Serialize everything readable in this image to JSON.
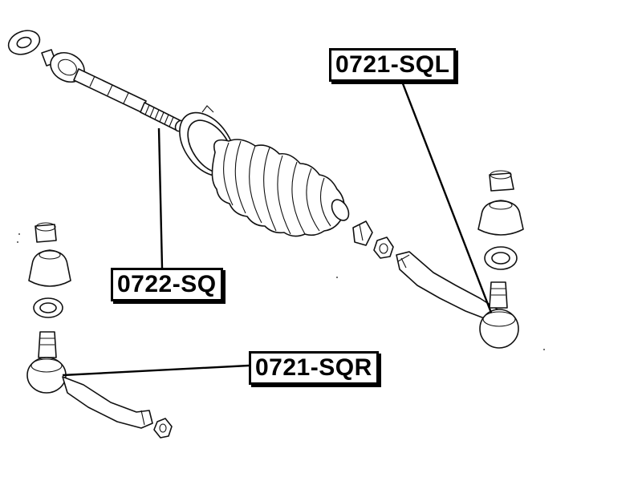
{
  "labels": {
    "sql": "0721-SQL",
    "sq": "0722-SQ",
    "sqr": "0721-SQR"
  },
  "colors": {
    "line": "#111111",
    "background": "#ffffff"
  }
}
